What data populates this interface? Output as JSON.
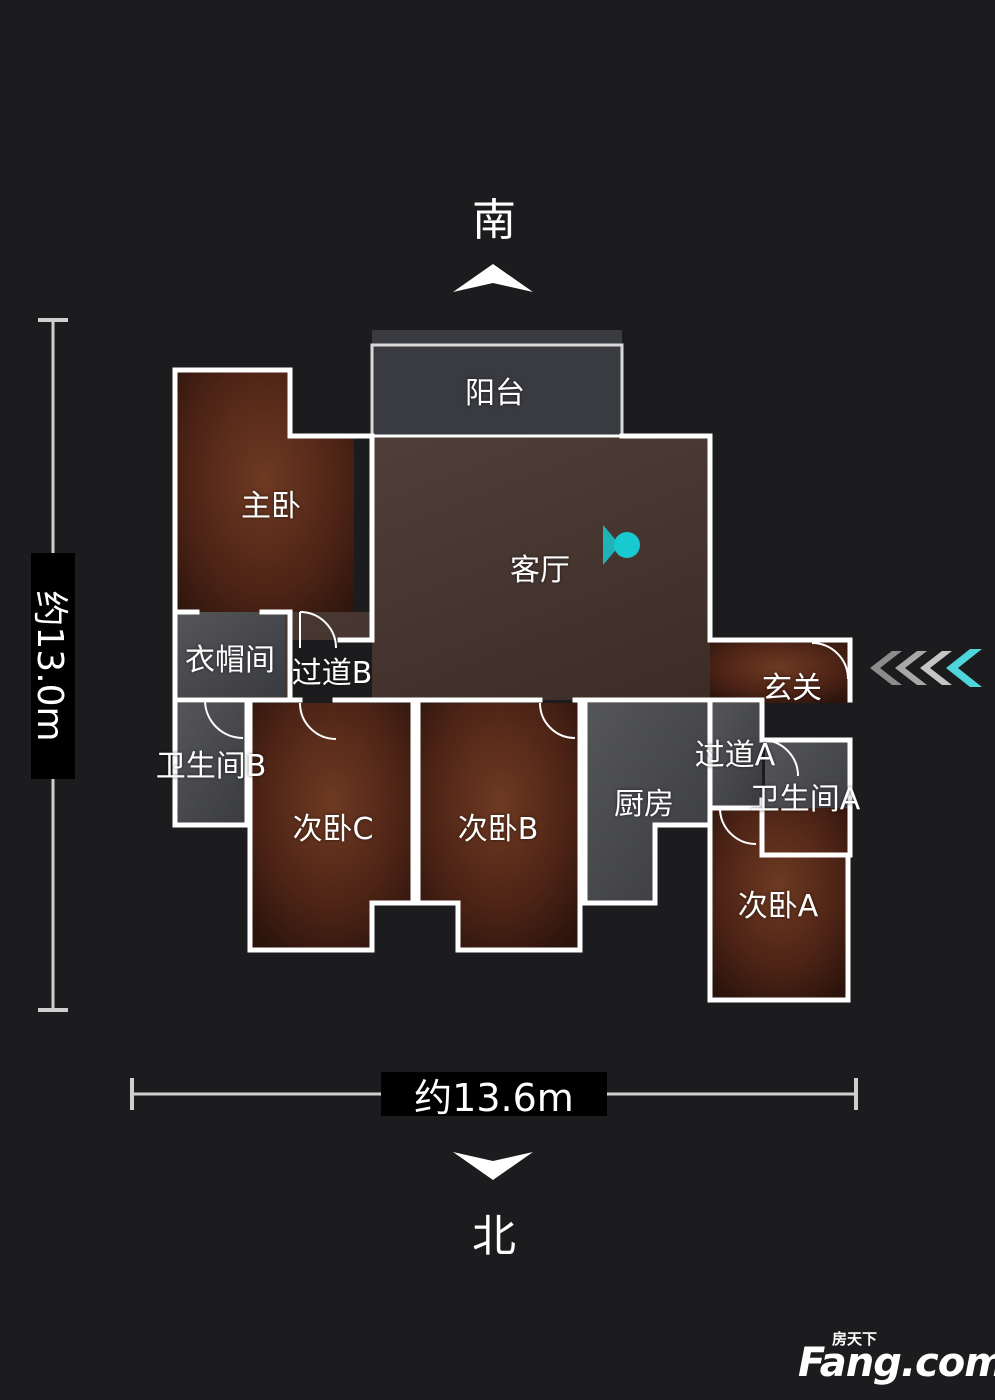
{
  "compass": {
    "top": "南",
    "bottom": "北"
  },
  "dimensions": {
    "width": "约13.6m",
    "height": "约13.0m"
  },
  "rooms": {
    "balcony": "阳台",
    "master_bedroom": "主卧",
    "living_room": "客厅",
    "closet": "衣帽间",
    "hallway_b": "过道B",
    "bathroom_b": "卫生间B",
    "bedroom_c": "次卧C",
    "bedroom_b": "次卧B",
    "kitchen": "厨房",
    "entrance": "玄关",
    "hallway_a": "过道A",
    "bathroom_a": "卫生间A",
    "bedroom_a": "次卧A"
  },
  "logo": {
    "main": "Fang.com",
    "sub": "房天下"
  },
  "colors": {
    "background": "#1c1c1e",
    "wall": "#ffffff",
    "floor_wood": "#5a2a1a",
    "floor_tile": "#4a4a4e",
    "position_marker": "#19c9d0",
    "entry_arrow_accent": "#4fd6dc"
  }
}
